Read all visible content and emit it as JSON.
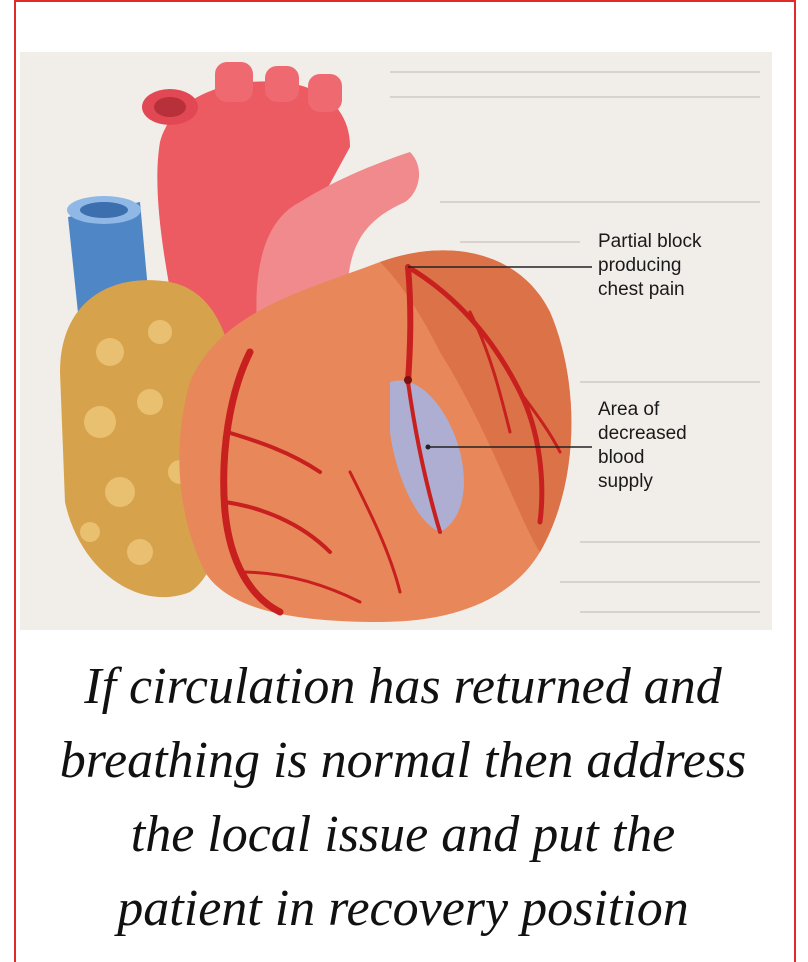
{
  "figure": {
    "labels": {
      "partial_block": "Partial block\nproducing\nchest pain",
      "decreased_area": "Area of\ndecreased\nblood\nsupply"
    },
    "colors": {
      "heart_muscle": "#e8875a",
      "aorta": "#ec5a62",
      "vena_cava": "#4f86c6",
      "fat": "#d7a24c",
      "coronary_artery": "#c8201e",
      "ischemic_area": "#a6b3de",
      "frame_border": "#e02a2a"
    }
  },
  "caption": "If circulation has returned and\nbreathing is normal then address\nthe local issue and put the\npatient in recovery position"
}
